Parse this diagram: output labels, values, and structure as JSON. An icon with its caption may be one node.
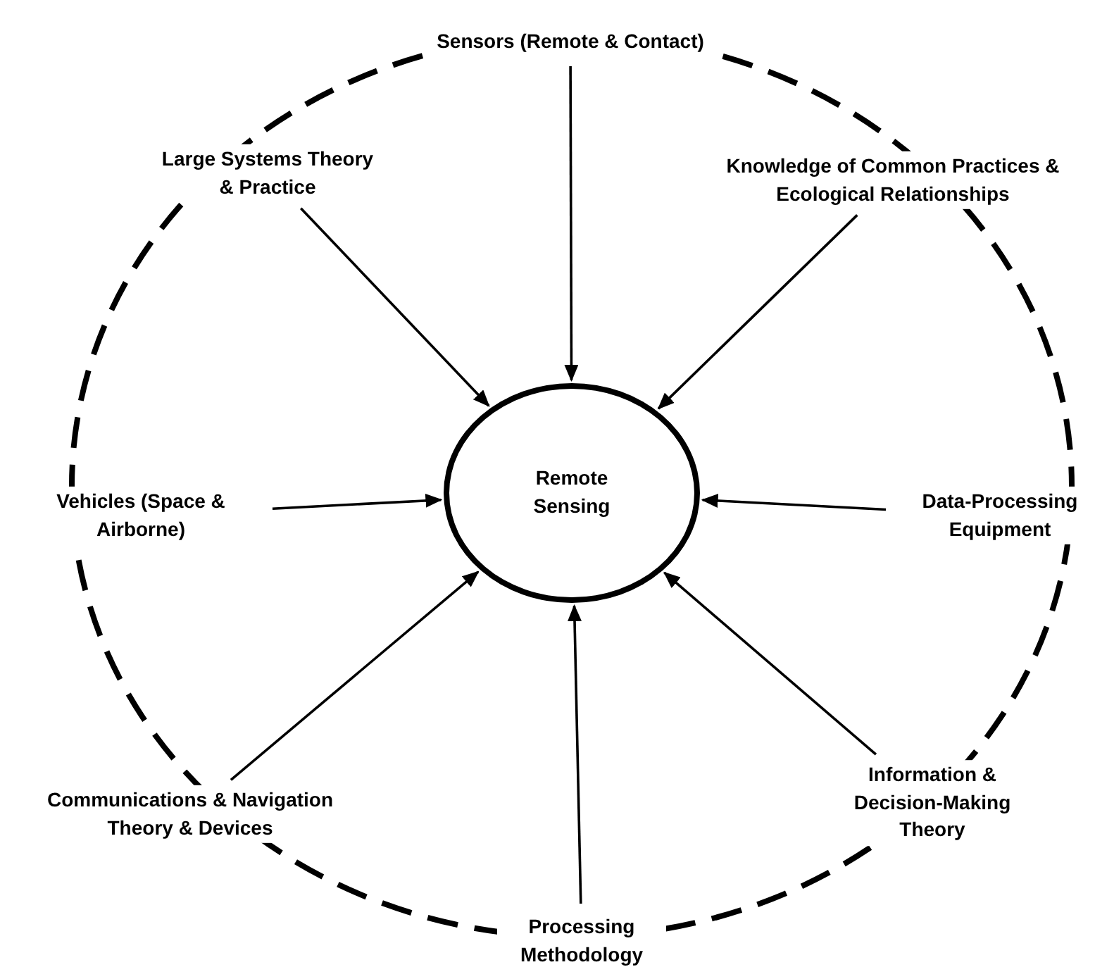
{
  "diagram": {
    "nodes": [
      {
        "text": [
          "Remote Sensing"
        ]
      },
      {
        "text": [
          "Sensors (Remote & Contact)"
        ]
      },
      {
        "text": [
          "Large Systems Theory & Practice"
        ]
      },
      {
        "text": [
          "Knowledge of Common Practices & Ecological Relationships"
        ]
      },
      {
        "text": [
          "Vehicles (Space & Airborne)"
        ]
      },
      {
        "text": [
          "Data-Processing Equipment"
        ]
      },
      {
        "text": [
          "Communications & Navigation Theory & Devices"
        ]
      },
      {
        "text": [
          "Information & Decision-Making Theory"
        ]
      },
      {
        "text": [
          "Processing Methodology"
        ]
      }
    ],
    "edges": [
      {
        "from": 1,
        "to": 0,
        "arrow": "to"
      },
      {
        "from": 2,
        "to": 0,
        "arrow": "to"
      },
      {
        "from": 3,
        "to": 0,
        "arrow": "to"
      },
      {
        "from": 4,
        "to": 0,
        "arrow": "to"
      },
      {
        "from": 5,
        "to": 0,
        "arrow": "to"
      },
      {
        "from": 6,
        "to": 0,
        "arrow": "to"
      },
      {
        "from": 7,
        "to": 0,
        "arrow": "to"
      },
      {
        "from": 8,
        "to": 0,
        "arrow": "to"
      }
    ]
  }
}
